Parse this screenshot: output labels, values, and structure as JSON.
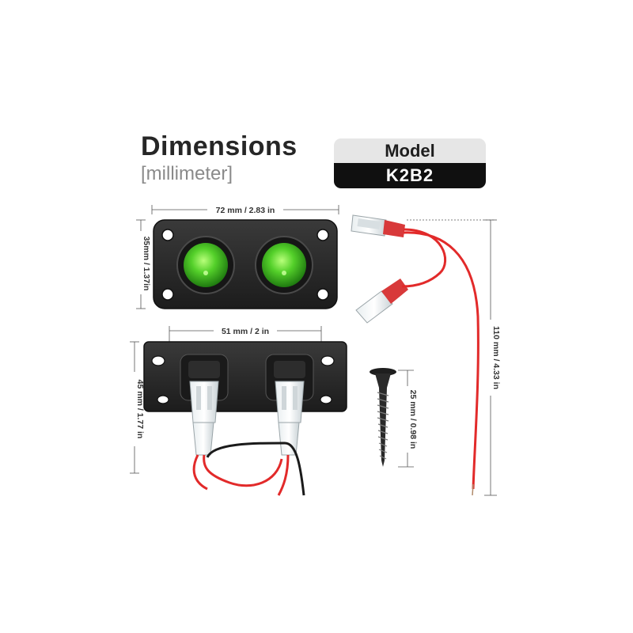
{
  "header": {
    "title": "Dimensions",
    "subtitle": "[millimeter]"
  },
  "model": {
    "label": "Model",
    "value": "K2B2"
  },
  "dimensions": {
    "panel_width": "72 mm / 2.83 in",
    "panel_height": "35mm / 1.37in",
    "hole_spacing": "51 mm / 2 in",
    "body_depth": "45 mm / 1.77 in",
    "screw_length": "25 mm / 0.98 in",
    "wire_length": "110 mm / 4.33 in"
  },
  "colors": {
    "panel": "#2a2a2a",
    "switch_glow": "#4fd12a",
    "wire_red": "#e22a2a",
    "wire_black": "#1a1a1a"
  }
}
